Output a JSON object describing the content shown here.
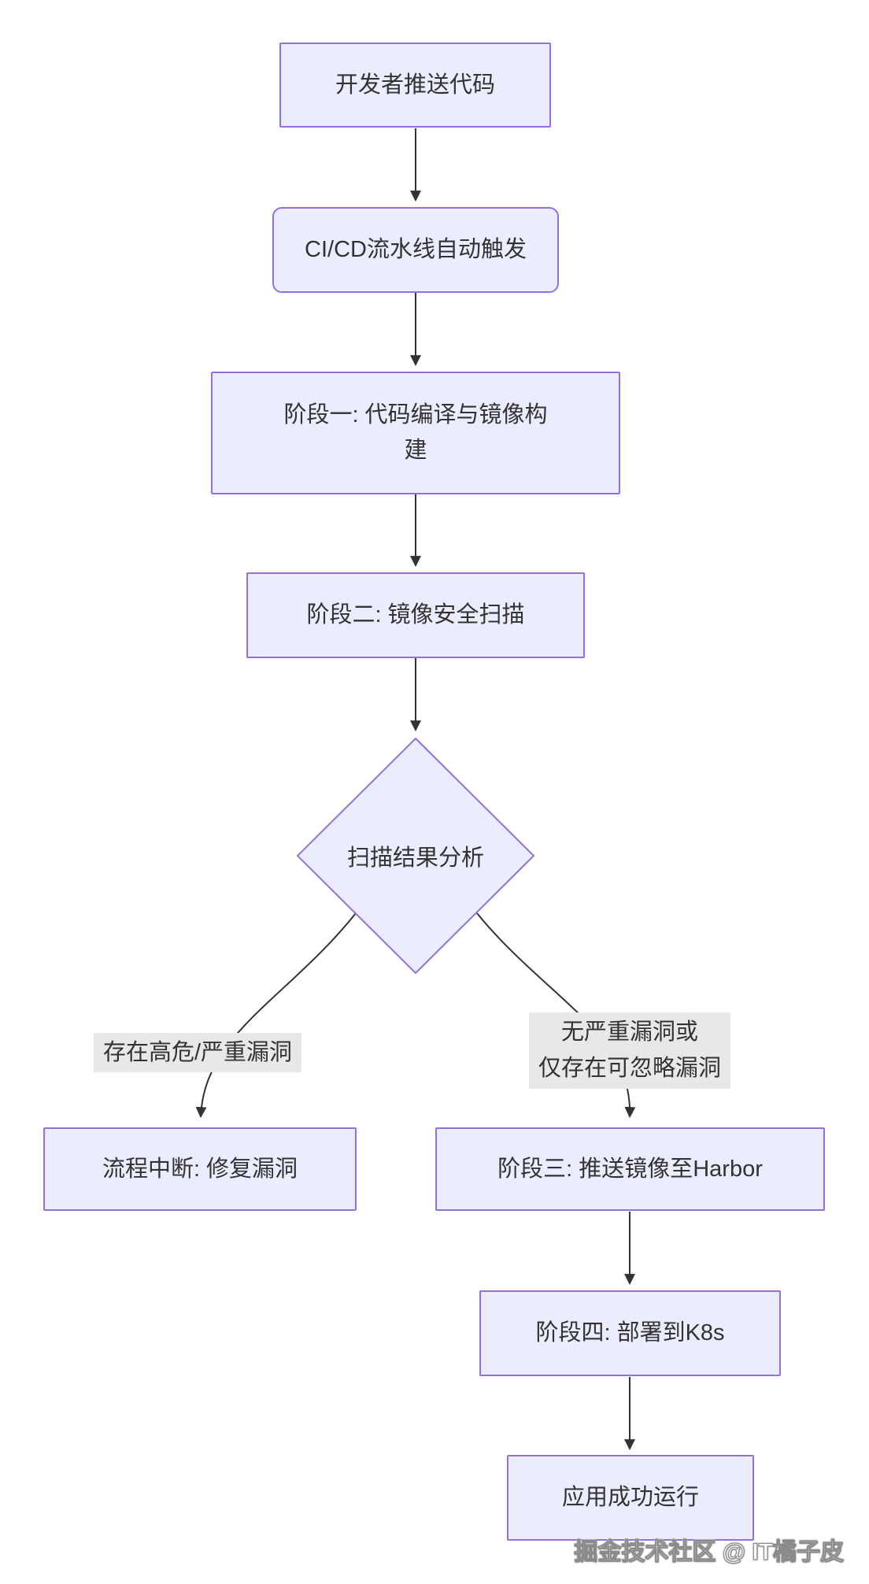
{
  "diagram": {
    "type": "flowchart",
    "direction": "top-down",
    "colors": {
      "node_fill": "#ECECFF",
      "node_border": "#9370DB",
      "edge": "#333333",
      "text": "#333333",
      "label_bg": "#e8e8e8"
    },
    "nodes": {
      "push_code": {
        "shape": "rect",
        "label": "开发者推送代码"
      },
      "pipeline": {
        "shape": "rounded-rect",
        "label": "CI/CD流水线自动触发"
      },
      "stage1": {
        "shape": "rect",
        "line1": "阶段一: 代码编译与镜像构",
        "line2": "建"
      },
      "stage2": {
        "shape": "rect",
        "label": "阶段二: 镜像安全扫描"
      },
      "decision": {
        "shape": "diamond",
        "label": "扫描结果分析"
      },
      "interrupt": {
        "shape": "rect",
        "label": "流程中断: 修复漏洞"
      },
      "stage3": {
        "shape": "rect",
        "label": "阶段三: 推送镜像至Harbor"
      },
      "stage4": {
        "shape": "rect",
        "label": "阶段四: 部署到K8s"
      },
      "success": {
        "shape": "rect",
        "label": "应用成功运行"
      }
    },
    "edges": [
      {
        "from": "push_code",
        "to": "pipeline"
      },
      {
        "from": "pipeline",
        "to": "stage1"
      },
      {
        "from": "stage1",
        "to": "stage2"
      },
      {
        "from": "stage2",
        "to": "decision"
      },
      {
        "from": "decision",
        "to": "interrupt",
        "label": "存在高危/严重漏洞"
      },
      {
        "from": "decision",
        "to": "stage3",
        "label": "无严重漏洞或 仅存在可忽略漏洞"
      },
      {
        "from": "stage3",
        "to": "stage4"
      },
      {
        "from": "stage4",
        "to": "success"
      }
    ],
    "edge_labels": {
      "critical": "存在高危/严重漏洞",
      "safe_line1": "无严重漏洞或",
      "safe_line2": "仅存在可忽略漏洞"
    },
    "watermark": "掘金技术社区 @ IT橘子皮"
  }
}
